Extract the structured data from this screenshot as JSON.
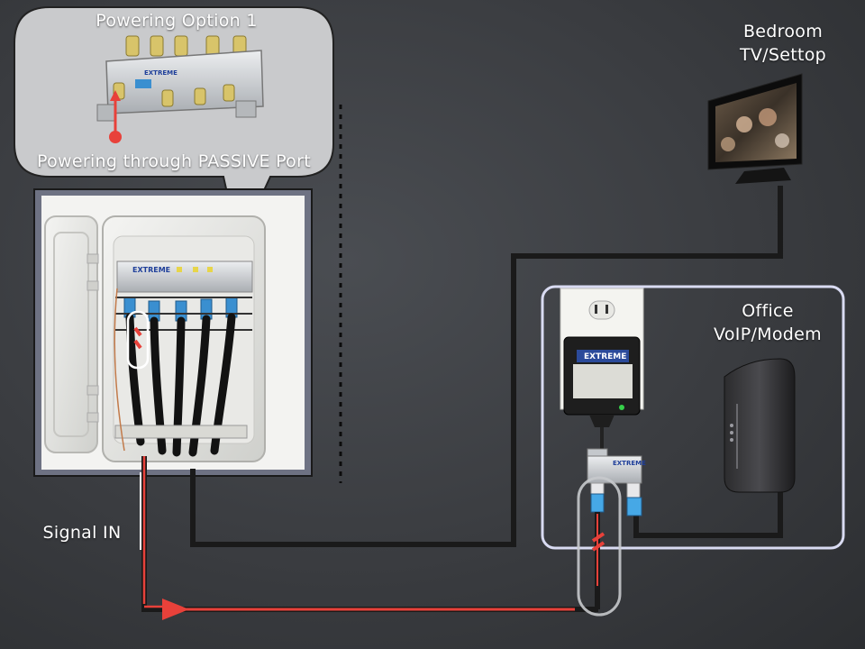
{
  "callout": {
    "title": "Powering Option 1",
    "caption": "Powering through PASSIVE Port"
  },
  "amp_brand": "EXTREME",
  "bedroom_label": [
    "Bedroom",
    "TV/Settop"
  ],
  "office_label": [
    "Office",
    "VoIP/Modem"
  ],
  "signal_label": "Signal IN",
  "adapter_brand": "EXTREME",
  "splitter_brand": "EXTREME",
  "colors": {
    "background": "#3a3c40",
    "callout_fill": "#c9cacc",
    "office_border": "#d9dbf2",
    "cable": "#1a1a1a",
    "signal_red": "#e8413a",
    "connector_blue": "#3a8fd0"
  }
}
